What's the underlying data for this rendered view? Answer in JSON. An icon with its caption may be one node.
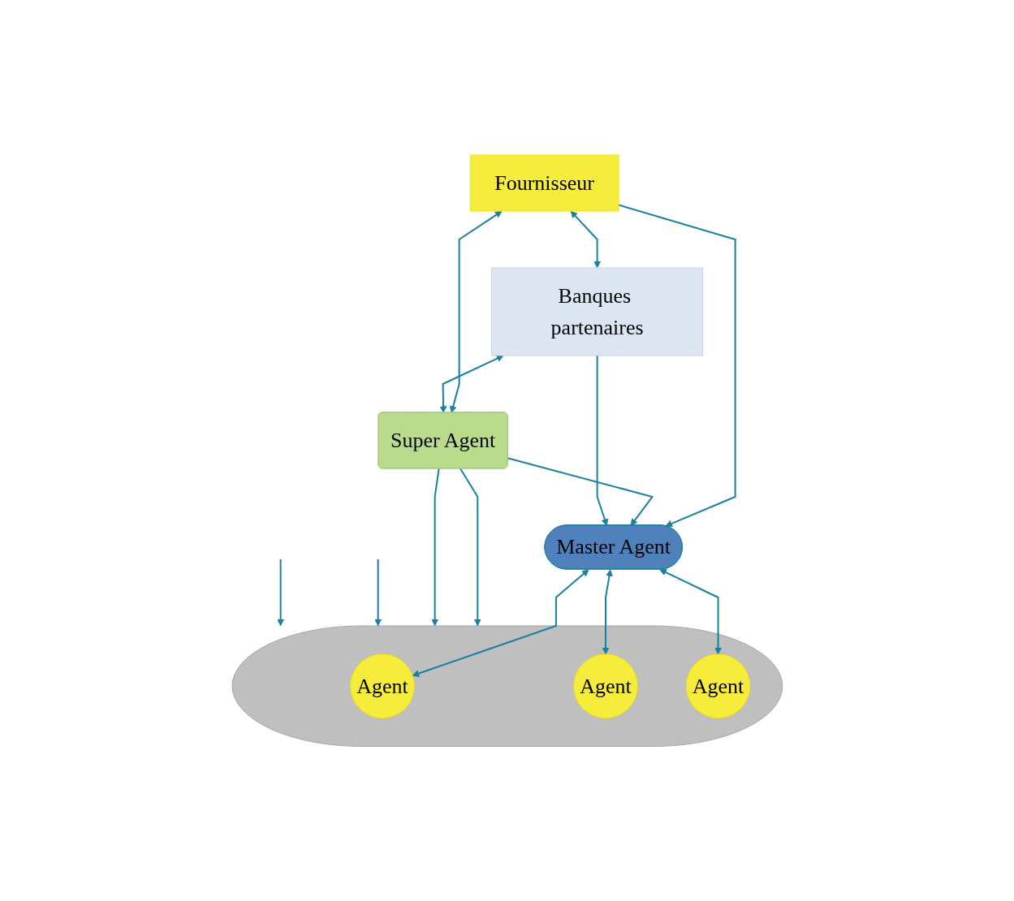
{
  "diagram": {
    "nodes": [
      {
        "text": [
          "Fournisseur"
        ]
      },
      {
        "text": [
          "Banques partenaires"
        ]
      },
      {
        "text": [
          "Super Agent"
        ]
      },
      {
        "text": [
          "Master Agent"
        ]
      },
      {
        "text": [],
        "shape": "ellipse"
      },
      {
        "text": [
          "Agent"
        ],
        "in": 4
      },
      {
        "text": [
          "Agent"
        ],
        "in": 4
      },
      {
        "text": [
          "Agent"
        ],
        "in": 4
      }
    ],
    "edges": [
      {
        "from": 0,
        "to": 1,
        "arrow": "both"
      },
      {
        "from": 0,
        "to": 2,
        "arrow": "both"
      },
      {
        "from": 1,
        "to": 2,
        "arrow": "both"
      },
      {
        "from": 0,
        "to": 3,
        "arrow": "to"
      },
      {
        "from": 2,
        "to": 3,
        "arrow": "to"
      },
      {
        "from": 1,
        "to": 3,
        "arrow": "to"
      },
      {
        "from": 2,
        "to": 4,
        "arrow": "to"
      },
      {
        "from": 2,
        "to": 4,
        "arrow": "to"
      },
      {
        "from": 3,
        "to": 5,
        "arrow": "both"
      },
      {
        "from": 3,
        "to": 6,
        "arrow": "both"
      },
      {
        "from": 3,
        "to": 7,
        "arrow": "both"
      },
      {
        "from": null,
        "to": 4,
        "arrow": "to"
      },
      {
        "from": null,
        "to": 4,
        "arrow": "to"
      }
    ]
  }
}
